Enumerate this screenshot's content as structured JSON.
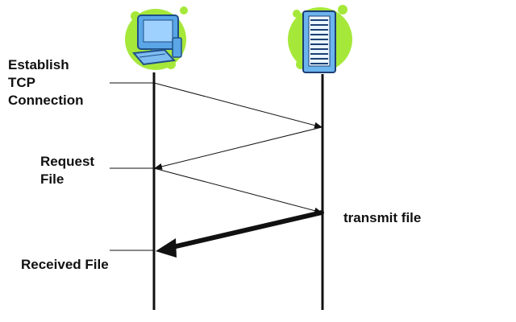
{
  "diagram": {
    "participants": [
      {
        "icon": "desktop-computer-icon",
        "role": "client"
      },
      {
        "icon": "server-tower-icon",
        "role": "server"
      }
    ],
    "labels": {
      "establish_tcp": "Establish\nTCP\nConnection",
      "request_file": "Request\nFile",
      "transmit_file": "transmit file",
      "received_file": "Received File"
    },
    "colors": {
      "icon_blob": "#a6e83a",
      "monitor_body": "#5aa6e6",
      "monitor_dark": "#1f4f86",
      "server_body": "#6cb4ee",
      "server_dark": "#1d3f74",
      "line": "#111111",
      "text": "#111111"
    }
  }
}
